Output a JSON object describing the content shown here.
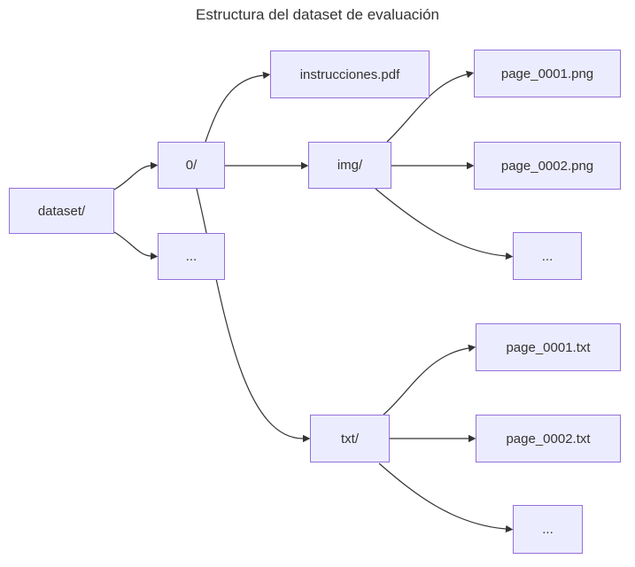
{
  "title": "Estructura del dataset de evaluación",
  "colors": {
    "node_fill": "#ECECFF",
    "node_border": "#9370DB",
    "edge_line": "#333333",
    "text": "#333333",
    "background": "#FFFFFF"
  },
  "diagram": {
    "type": "flowchart-LR",
    "nodes": [
      {
        "id": "dataset",
        "label": "dataset/"
      },
      {
        "id": "0",
        "label": "0/"
      },
      {
        "id": "ellipsis-under-0",
        "label": "..."
      },
      {
        "id": "instrucciones",
        "label": "instrucciones.pdf"
      },
      {
        "id": "img",
        "label": "img/"
      },
      {
        "id": "page_0001_png",
        "label": "page_0001.png"
      },
      {
        "id": "page_0002_png",
        "label": "page_0002.png"
      },
      {
        "id": "ellipsis-under-img",
        "label": "..."
      },
      {
        "id": "txt",
        "label": "txt/"
      },
      {
        "id": "page_0001_txt",
        "label": "page_0001.txt"
      },
      {
        "id": "page_0002_txt",
        "label": "page_0002.txt"
      },
      {
        "id": "ellipsis-under-txt",
        "label": "..."
      }
    ],
    "edges": [
      {
        "from": "dataset",
        "to": "0"
      },
      {
        "from": "dataset",
        "to": "ellipsis-under-0"
      },
      {
        "from": "0",
        "to": "instrucciones"
      },
      {
        "from": "0",
        "to": "img"
      },
      {
        "from": "0",
        "to": "txt"
      },
      {
        "from": "img",
        "to": "page_0001_png"
      },
      {
        "from": "img",
        "to": "page_0002_png"
      },
      {
        "from": "img",
        "to": "ellipsis-under-img"
      },
      {
        "from": "txt",
        "to": "page_0001_txt"
      },
      {
        "from": "txt",
        "to": "page_0002_txt"
      },
      {
        "from": "txt",
        "to": "ellipsis-under-txt"
      }
    ]
  }
}
